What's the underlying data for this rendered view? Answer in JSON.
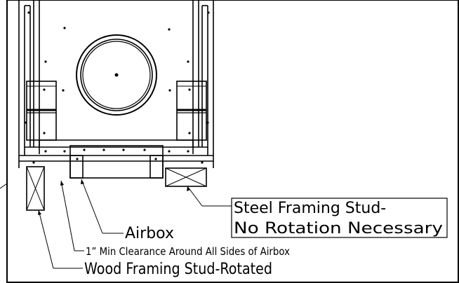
{
  "labels": {
    "steel_stud_line1": "Steel Framing Stud-",
    "steel_stud_line2": "No Rotation Necessary",
    "airbox": "Airbox",
    "clearance": "1” Min Clearance Around All Sides of Airbox",
    "wood_stud": "Wood Framing Stud-Rotated"
  }
}
